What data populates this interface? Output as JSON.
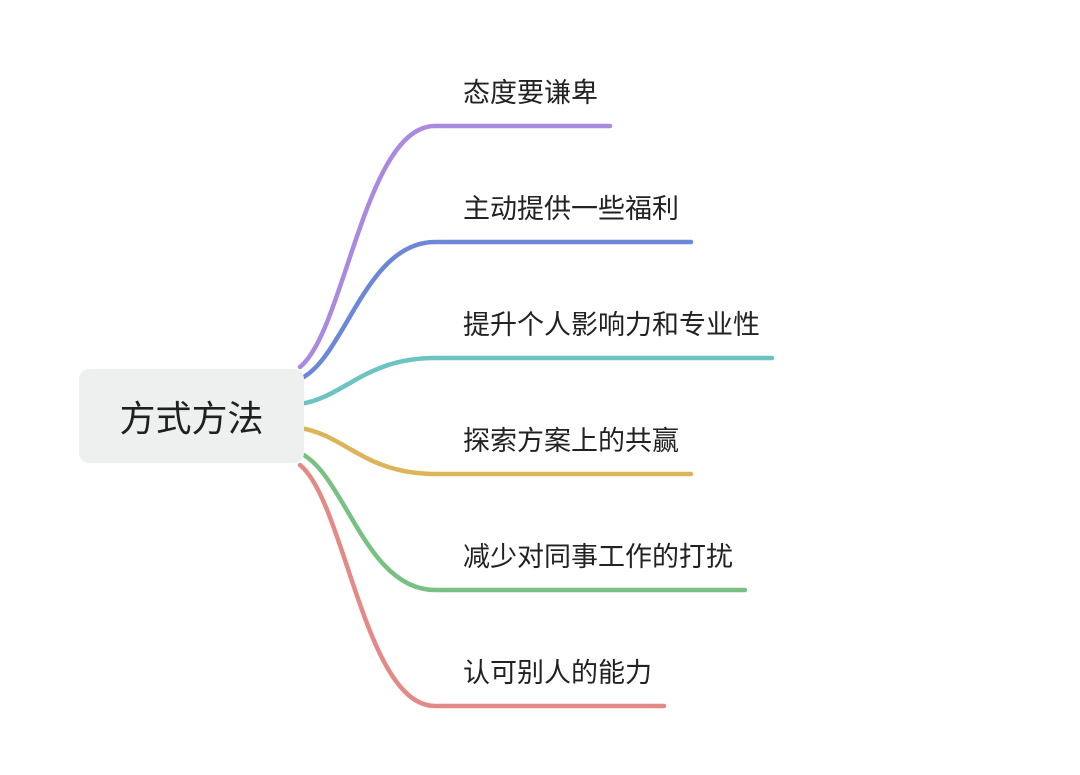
{
  "root": {
    "label": "方式方法"
  },
  "branches": [
    {
      "label": "态度要谦卑",
      "color": "#a98ae0"
    },
    {
      "label": "主动提供一些福利",
      "color": "#6c86d8"
    },
    {
      "label": "提升个人影响力和专业性",
      "color": "#6cc4c2"
    },
    {
      "label": "探索方案上的共赢",
      "color": "#dcb55a"
    },
    {
      "label": "减少对同事工作的打扰",
      "color": "#78c182"
    },
    {
      "label": "认可别人的能力",
      "color": "#e48a86"
    }
  ]
}
